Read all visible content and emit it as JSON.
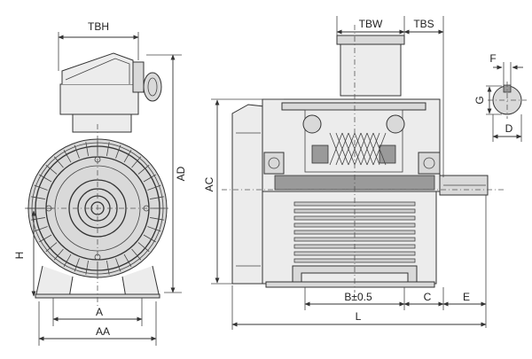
{
  "labels": {
    "TBH": "TBH",
    "TBW": "TBW",
    "TBS": "TBS",
    "AD": "AD",
    "AC": "AC",
    "H": "H",
    "A": "A",
    "AA": "AA",
    "B": "B±0.5",
    "C": "C",
    "E": "E",
    "L": "L",
    "F": "F",
    "G": "G",
    "D": "D"
  }
}
